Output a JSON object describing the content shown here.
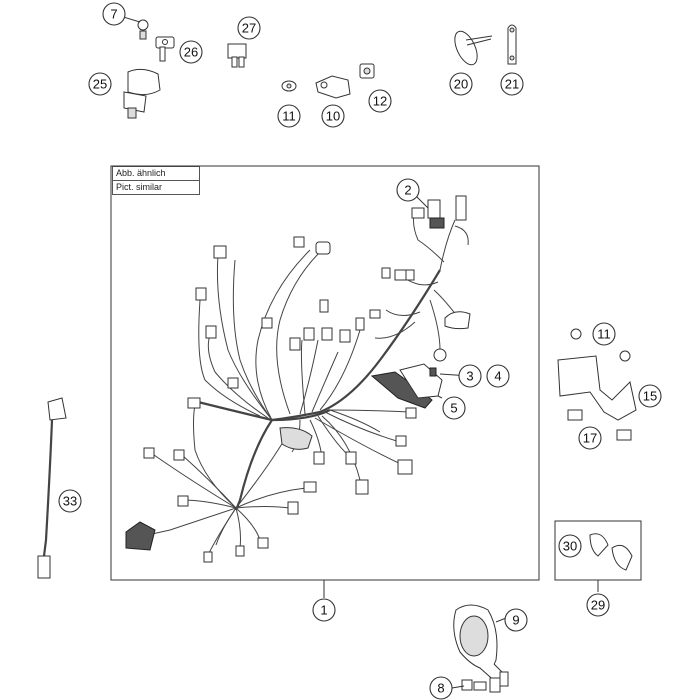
{
  "note": {
    "line1": "Abb. ähnlich",
    "line2": "Pict. similar"
  },
  "callouts": [
    {
      "id": "7",
      "num": "7"
    },
    {
      "id": "26",
      "num": "26"
    },
    {
      "id": "27",
      "num": "27"
    },
    {
      "id": "25",
      "num": "25"
    },
    {
      "id": "11a",
      "num": "11"
    },
    {
      "id": "10",
      "num": "10"
    },
    {
      "id": "12",
      "num": "12"
    },
    {
      "id": "20",
      "num": "20"
    },
    {
      "id": "21",
      "num": "21"
    },
    {
      "id": "2",
      "num": "2"
    },
    {
      "id": "3",
      "num": "3"
    },
    {
      "id": "4",
      "num": "4"
    },
    {
      "id": "5",
      "num": "5"
    },
    {
      "id": "11b",
      "num": "11"
    },
    {
      "id": "15",
      "num": "15"
    },
    {
      "id": "17",
      "num": "17"
    },
    {
      "id": "33",
      "num": "33"
    },
    {
      "id": "30",
      "num": "30"
    },
    {
      "id": "29",
      "num": "29"
    },
    {
      "id": "1",
      "num": "1"
    },
    {
      "id": "9",
      "num": "9"
    },
    {
      "id": "8",
      "num": "8"
    }
  ]
}
